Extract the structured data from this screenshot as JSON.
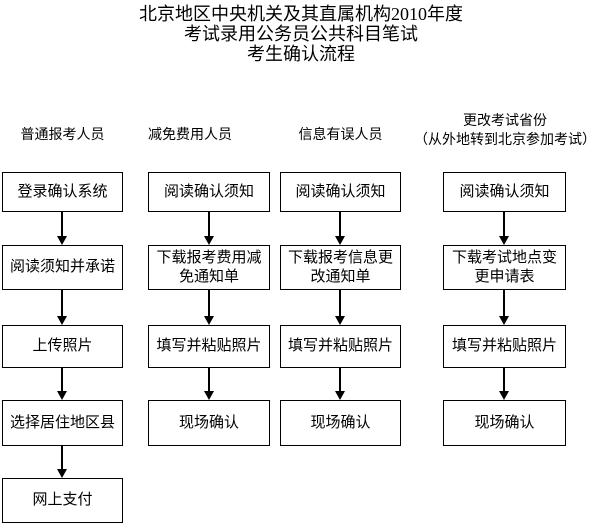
{
  "title": {
    "line1": "北京地区中央机关及其直属机构2010年度",
    "line2": "考试录用公务员公共科目笔试",
    "line3": "考生确认流程"
  },
  "columns": [
    {
      "header": "普通报考人员",
      "steps": [
        "登录确认系统",
        "阅读须知并承诺",
        "上传照片",
        "选择居住地区县",
        "网上支付"
      ]
    },
    {
      "header": "减免费用人员",
      "steps": [
        "阅读确认须知",
        "下载报考费用减\n免通知单",
        "填写并粘贴照片",
        "现场确认"
      ]
    },
    {
      "header": "信息有误人员",
      "steps": [
        "阅读确认须知",
        "下载报考信息更\n改通知单",
        "填写并粘贴照片",
        "现场确认"
      ]
    },
    {
      "header": "更改考试省份\n（从外地转到北京参加考试）",
      "steps": [
        "阅读确认须知",
        "下载考试地点变\n更申请表",
        "填写并粘贴照片",
        "现场确认"
      ]
    }
  ],
  "colors": {
    "background": "#ffffff",
    "text": "#000000",
    "border": "#000000"
  }
}
